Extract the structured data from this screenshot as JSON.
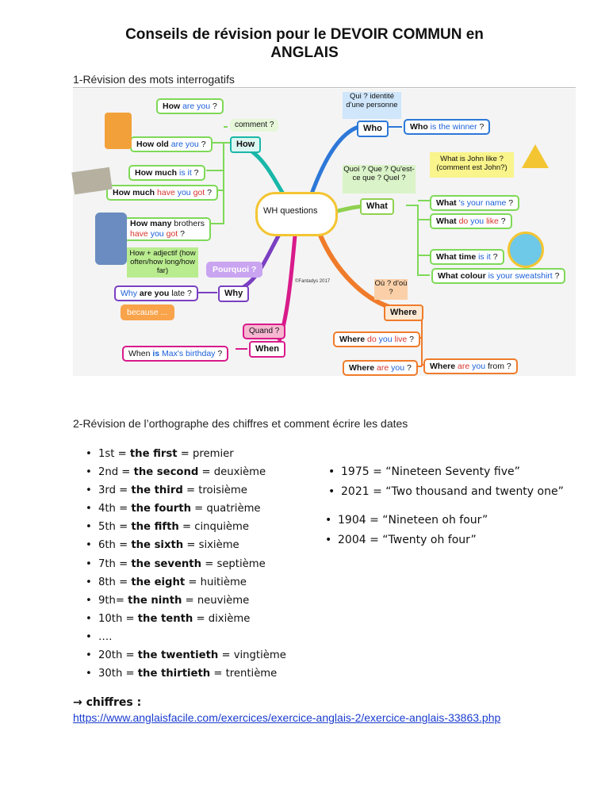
{
  "title_line1": "Conseils de révision pour le DEVOIR COMMUN en",
  "title_line2": "ANGLAIS",
  "section1": "1-Révision des mots interrogatifs",
  "mindmap": {
    "center": "WH questions",
    "copyright": "©Fantadys 2017",
    "how_hub": "How",
    "how_comment": "comment ?",
    "how_items": [
      "How are you ?",
      "How old are you ?",
      "How much is it ?",
      "How much have you got ?",
      "How many brothers have you got ?"
    ],
    "how_adj": "How + adjectif (how often/how long/how far)",
    "why_fr": "Pourquoi ?",
    "why_hub": "Why",
    "why_item": "Why are you late ?",
    "because": "because ...",
    "when_fr": "Quand ?",
    "when_hub": "When",
    "when_item": "When is Max's birthday ?",
    "who_fr": "Qui ? identité d'une personne",
    "who_hub": "Who",
    "who_item": "Who is the winner ?",
    "what_fr": "Quoi ? Que ? Qu'est-ce que ? Quel ?",
    "what_hub": "What",
    "what_like": "What is John like ? (comment est John?)",
    "what_items": [
      "What 's your name ?",
      "What do you like ?",
      "What time is it ?",
      "What colour is your sweatshirt ?"
    ],
    "where_fr": "Où ? d'où ?",
    "where_hub": "Where",
    "where_items": [
      "Where do you live ?",
      "Where are you ?",
      "Where are you from ?"
    ]
  },
  "section2": "2-Révision de l’orthographe des chiffres et comment écrire les dates",
  "ordinals": [
    {
      "num": "1st = ",
      "word": "the first",
      "fr": " = premier"
    },
    {
      "num": "2nd = ",
      "word": "the second",
      "fr": " = deuxième"
    },
    {
      "num": "3rd = ",
      "word": "the third",
      "fr": " = troisième"
    },
    {
      "num": "4th = ",
      "word": "the fourth",
      "fr": " = quatrième"
    },
    {
      "num": "5th = ",
      "word": "the fifth",
      "fr": " = cinquième"
    },
    {
      "num": "6th = ",
      "word": "the sixth",
      "fr": " = sixième"
    },
    {
      "num": "7th = ",
      "word": "the seventh",
      "fr": " = septième"
    },
    {
      "num": "8th = ",
      "word": "the eight",
      "fr": " = huitième"
    },
    {
      "num": "9th= ",
      "word": "the ninth",
      "fr": " = neuvième"
    },
    {
      "num": "10th = ",
      "word": "the tenth",
      "fr": " = dixième"
    },
    {
      "num": "….",
      "word": "",
      "fr": ""
    },
    {
      "num": "20th = ",
      "word": "the twentieth",
      "fr": " = vingtième"
    },
    {
      "num": "30th = ",
      "word": "the thirtieth",
      "fr": " = trentième"
    }
  ],
  "years1": [
    "1975 = “Nineteen Seventy five”",
    "2021 = “Two thousand and twenty one”"
  ],
  "years2": [
    "1904 = “Nineteen oh four”",
    "2004 = “Twenty oh four”"
  ],
  "chiffres_label": "→ chiffres :",
  "link": "https://www.anglaisfacile.com/exercices/exercice-anglais-2/exercice-anglais-33863.php"
}
